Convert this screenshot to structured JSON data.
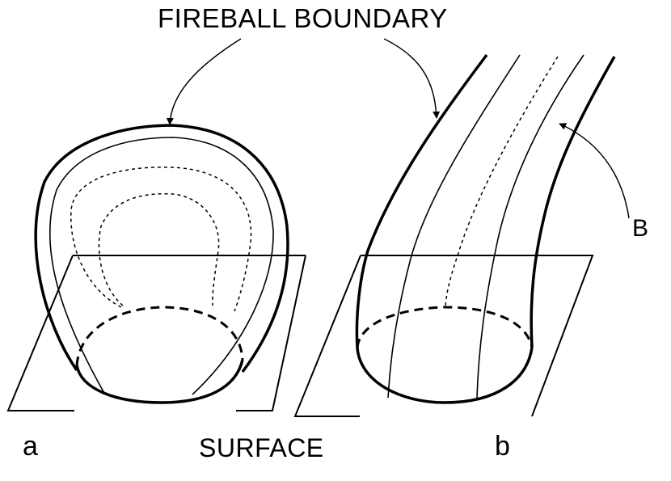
{
  "labels": {
    "title": "FIREBALL BOUNDARY",
    "b_marker": "B",
    "surface": "SURFACE",
    "panel_a": "a",
    "panel_b": "b"
  },
  "colors": {
    "ink": "#000000",
    "background": "#ffffff"
  }
}
